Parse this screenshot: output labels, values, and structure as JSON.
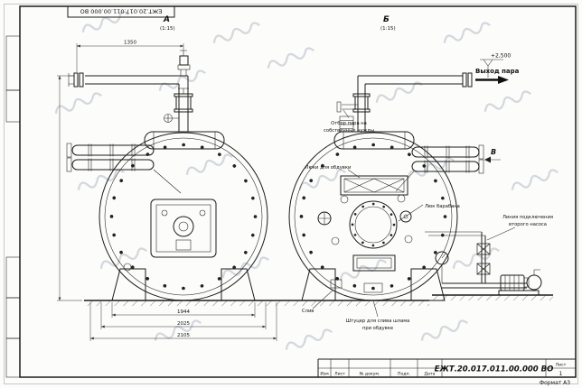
{
  "sheet": {
    "doc_number": "ЕЖТ.20.017.011.00.000  ВО",
    "doc_number_top": "ЕЖТ.20.017.011.00.000 ВО",
    "format_label": "Формат А3",
    "title_block": {
      "col_izm": "Изм",
      "col_list": "Лист",
      "col_doc": "№ докум.",
      "col_podp": "Подп.",
      "col_data": "Дата",
      "sheet_header": "Лист",
      "sheet_number": "1"
    }
  },
  "views": {
    "a_label": "А",
    "a_scale": "(1:15)",
    "b_label": "Б",
    "b_scale": "(1:15)",
    "v_label": "В"
  },
  "annotations": {
    "steam_out": "Выход пара",
    "elevation": "+2,500",
    "own_needs_line1": "Отбор пара на",
    "own_needs_line2": "собственные нужды",
    "blow_hatches": "Люки для обдувки",
    "drum_manhole": "Люк барабана",
    "pump_line1": "Линия подключения",
    "pump_line2": "второго насоса",
    "sludge_line1": "Штуцер для слива шлама",
    "sludge_line2": "при обдувке",
    "drain": "Слив"
  },
  "dimensions": {
    "top_width": "1350",
    "bottom_d1": "1944",
    "bottom_d2": "2025",
    "bottom_d3": "2105"
  }
}
